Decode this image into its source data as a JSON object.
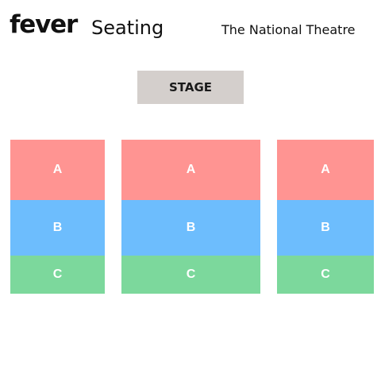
{
  "header": {
    "logo": "fever",
    "title": "Seating",
    "venue": "The National Theatre"
  },
  "stage": {
    "label": "STAGE"
  },
  "sections": [
    {
      "position": "left",
      "rows": [
        {
          "label": "A",
          "color": "#ff9492"
        },
        {
          "label": "B",
          "color": "#6dbdfd"
        },
        {
          "label": "C",
          "color": "#7cd89c"
        }
      ]
    },
    {
      "position": "center",
      "rows": [
        {
          "label": "A",
          "color": "#ff9492"
        },
        {
          "label": "B",
          "color": "#6dbdfd"
        },
        {
          "label": "C",
          "color": "#7cd89c"
        }
      ]
    },
    {
      "position": "right",
      "rows": [
        {
          "label": "A",
          "color": "#ff9492"
        },
        {
          "label": "B",
          "color": "#6dbdfd"
        },
        {
          "label": "C",
          "color": "#7cd89c"
        }
      ]
    }
  ]
}
